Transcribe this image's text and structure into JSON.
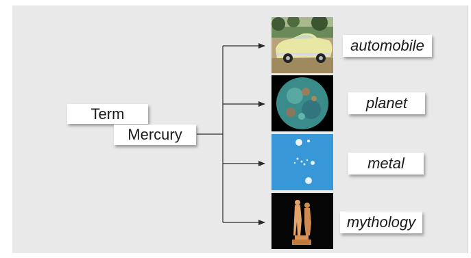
{
  "term_label": "Term",
  "term_value": "Mercury",
  "meanings": [
    {
      "label": "automobile",
      "image": "vintage-car-image"
    },
    {
      "label": "planet",
      "image": "planet-image"
    },
    {
      "label": "metal",
      "image": "mercury-droplets-image"
    },
    {
      "label": "mythology",
      "image": "statue-image"
    }
  ],
  "colors": {
    "background": "#e9e9ea",
    "line": "#2a2a2a",
    "box": "#ffffff"
  }
}
